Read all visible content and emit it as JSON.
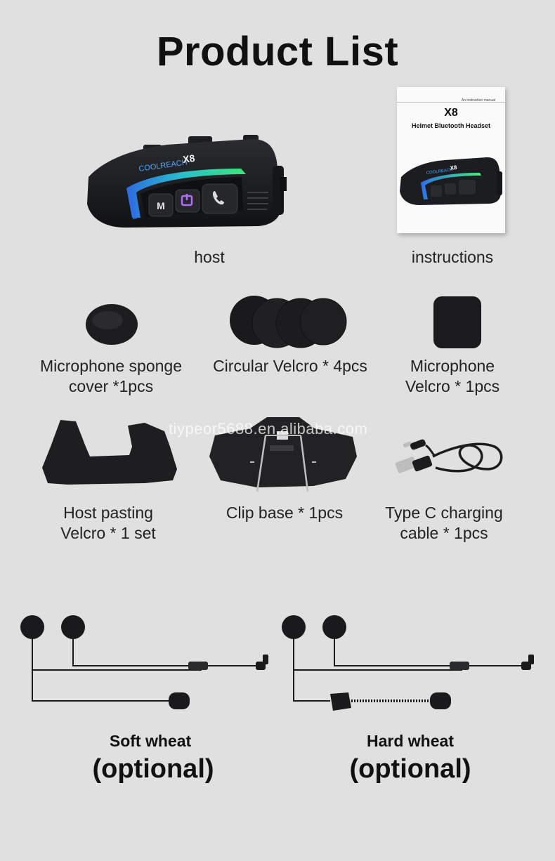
{
  "page": {
    "title": "Product List",
    "watermark": "tiypeor5688.en.alibaba.com"
  },
  "device": {
    "brand_text": "COOLREACH",
    "model_text": "X8",
    "buttons": [
      "M",
      "power",
      "phone"
    ]
  },
  "manual": {
    "top_note": "An instruction manual",
    "model": "X8",
    "subtitle": "Helmet Bluetooth Headset"
  },
  "items": [
    {
      "id": "host",
      "lines": [
        "host"
      ]
    },
    {
      "id": "instructions",
      "lines": [
        "instructions"
      ]
    },
    {
      "id": "mic-sponge",
      "lines": [
        "Microphone sponge",
        "cover *1pcs"
      ]
    },
    {
      "id": "circular-velcro",
      "lines": [
        "Circular Velcro * 4pcs"
      ]
    },
    {
      "id": "mic-velcro",
      "lines": [
        "Microphone",
        "Velcro * 1pcs"
      ]
    },
    {
      "id": "host-velcro",
      "lines": [
        "Host pasting",
        "Velcro * 1 set"
      ]
    },
    {
      "id": "clip-base",
      "lines": [
        "Clip base * 1pcs"
      ]
    },
    {
      "id": "typec-cable",
      "lines": [
        "Type C charging",
        "cable * 1pcs"
      ]
    }
  ],
  "options": [
    {
      "title": "Soft wheat",
      "note": "(optional)"
    },
    {
      "title": "Hard wheat",
      "note": "(optional)"
    }
  ],
  "colors": {
    "background": "#e0e0e0",
    "device_body": "#1c1d20",
    "glow_blue": "#2f6fe8",
    "glow_green": "#3df07a",
    "power_purple": "#b06cff"
  }
}
